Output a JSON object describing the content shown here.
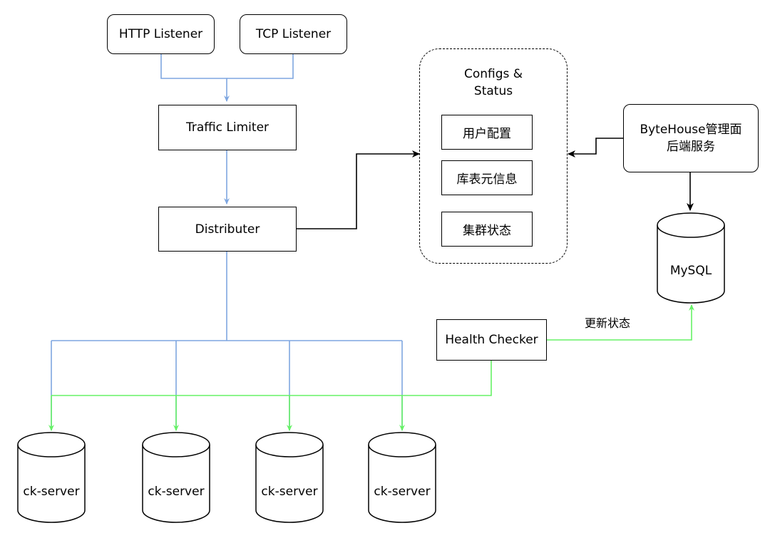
{
  "nodes": {
    "http_listener": "HTTP Listener",
    "tcp_listener": "TCP Listener",
    "traffic_limiter": "Traffic Limiter",
    "distributer": "Distributer",
    "configs_status_line1": "Configs &",
    "configs_status_line2": "Status",
    "user_config": "用户配置",
    "db_table_meta": "库表元信息",
    "cluster_status": "集群状态",
    "bytehouse_line1": "ByteHouse管理面",
    "bytehouse_line2": "后端服务",
    "mysql": "MySQL",
    "health_checker": "Health Checker",
    "ck_servers": [
      "ck-server",
      "ck-server",
      "ck-server",
      "ck-server"
    ]
  },
  "edge_labels": {
    "update_status": "更新状态"
  },
  "colors": {
    "blue_link": "#7EA6E0",
    "green_link": "#66F266",
    "black_link": "#000000"
  }
}
